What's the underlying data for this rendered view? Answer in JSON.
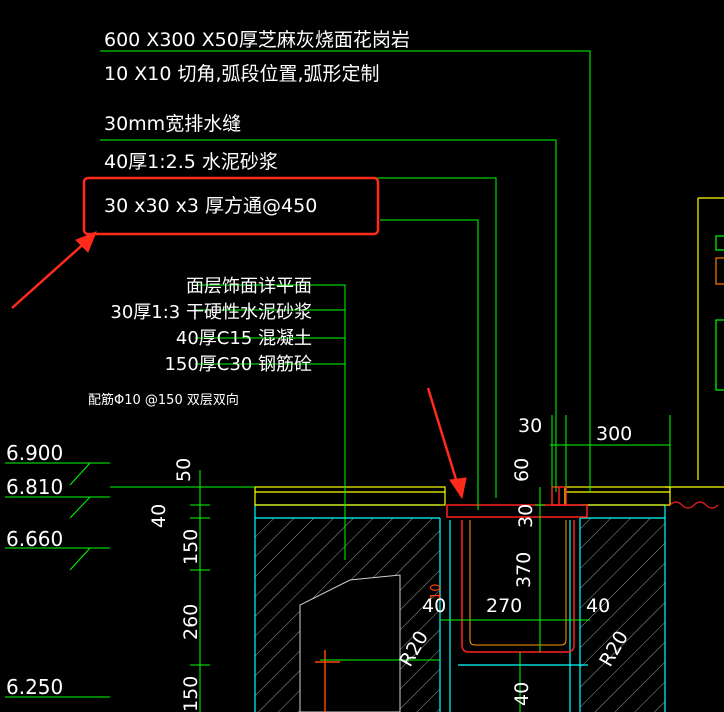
{
  "colors": {
    "background": "#000000",
    "text": "#ffffff",
    "leader": "#00ff00",
    "paving": "#ffff00",
    "concrete": "#00ffff",
    "trench": "#ff2020",
    "highlight": "#ff2a1a",
    "hatch": "#cfcfcf"
  },
  "callouts": [
    {
      "text": "600 X300 X50厚芝麻灰烧面花岗岩"
    },
    {
      "text": "10 X10 切角,弧段位置,弧形定制"
    },
    {
      "text": "30mm宽排水缝"
    },
    {
      "text": "40厚1:2.5 水泥砂浆"
    },
    {
      "text": "30 x30 x3 厚方通@450"
    }
  ],
  "layers": [
    {
      "text": "面层饰面详平面"
    },
    {
      "text": "30厚1:3 干硬性水泥砂浆"
    },
    {
      "text": "40厚C15 混凝土"
    },
    {
      "text": "150厚C30 钢筋砼"
    }
  ],
  "rebar_note": "配筋Φ10 @150 双层双向",
  "elevations": [
    "6.900",
    "6.810",
    "6.660",
    "6.250"
  ],
  "dimensions": {
    "vertical_left": [
      "50",
      "40",
      "150",
      "260",
      "150"
    ],
    "top_30": "30",
    "top_300": "300",
    "dim_60": "60",
    "dim_30": "30",
    "dim_370": "370",
    "width_40_left": "40",
    "width_270": "270",
    "width_40_right": "40",
    "radius_left": "R20",
    "radius_right": "R20",
    "bottom_40": "40",
    "small_10": "10"
  }
}
